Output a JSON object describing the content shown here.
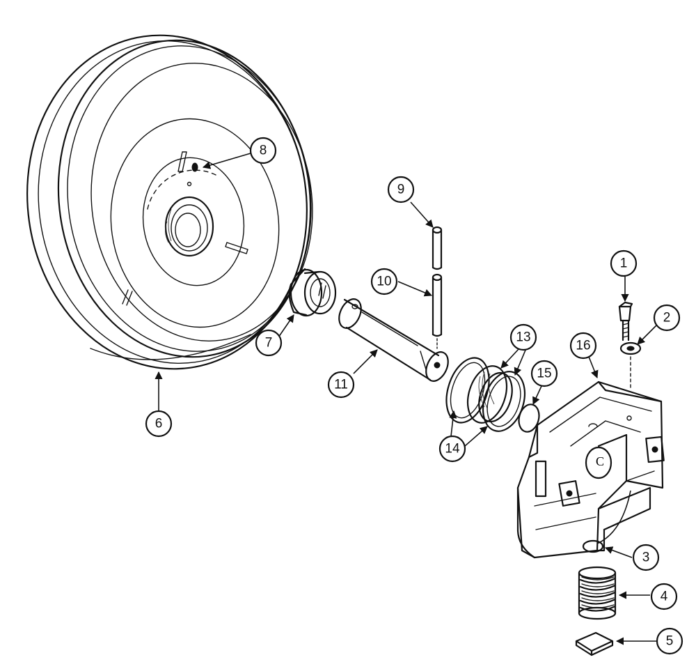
{
  "callouts": [
    "1",
    "2",
    "3",
    "4",
    "5",
    "6",
    "7",
    "8",
    "9",
    "10",
    "11",
    "13",
    "14",
    "15",
    "16"
  ],
  "colors": {
    "ink": "#111111",
    "background": "#ffffff"
  }
}
